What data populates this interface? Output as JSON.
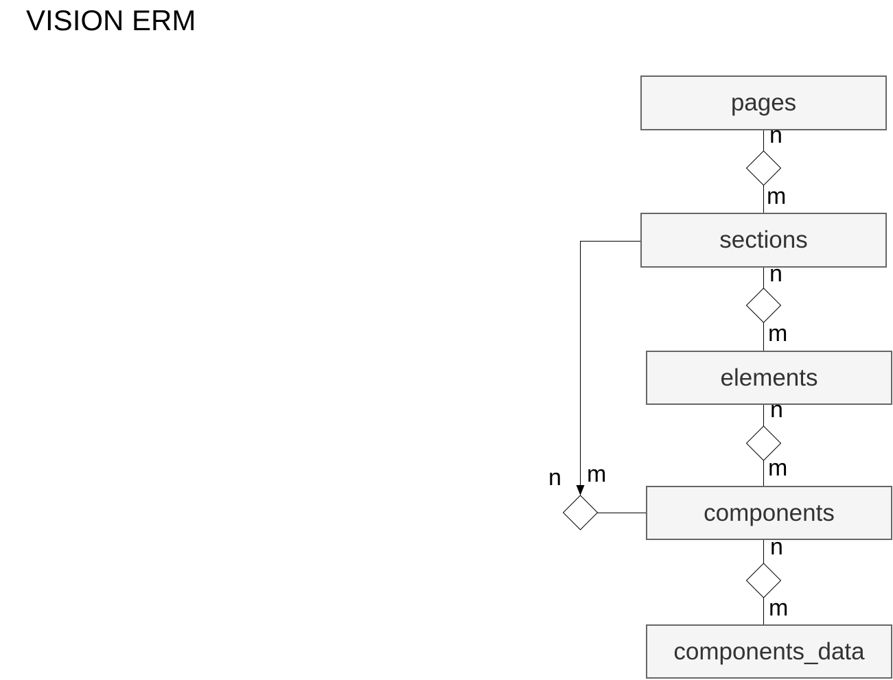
{
  "title": "VISION ERM",
  "colors": {
    "background": "#ffffff",
    "entity_fill": "#f5f5f5",
    "entity_border": "#666666",
    "entity_text": "#333333",
    "line": "#000000"
  },
  "diagram": {
    "entities": [
      {
        "label": "pages"
      },
      {
        "label": "sections"
      },
      {
        "label": "elements"
      },
      {
        "label": "components"
      },
      {
        "label": "components_data"
      }
    ],
    "relationships": [
      {
        "source": "pages",
        "target": "sections",
        "source_cardinality": "n",
        "target_cardinality": "m",
        "has_arrow": false
      },
      {
        "source": "sections",
        "target": "elements",
        "source_cardinality": "n",
        "target_cardinality": "m",
        "has_arrow": false
      },
      {
        "source": "elements",
        "target": "components",
        "source_cardinality": "n",
        "target_cardinality": "m",
        "has_arrow": false
      },
      {
        "source": "components",
        "target": "components_data",
        "source_cardinality": "n",
        "target_cardinality": "m",
        "has_arrow": false
      },
      {
        "source": "sections",
        "target": "components",
        "source_cardinality": "n",
        "target_cardinality": "m",
        "has_arrow": true
      }
    ]
  }
}
